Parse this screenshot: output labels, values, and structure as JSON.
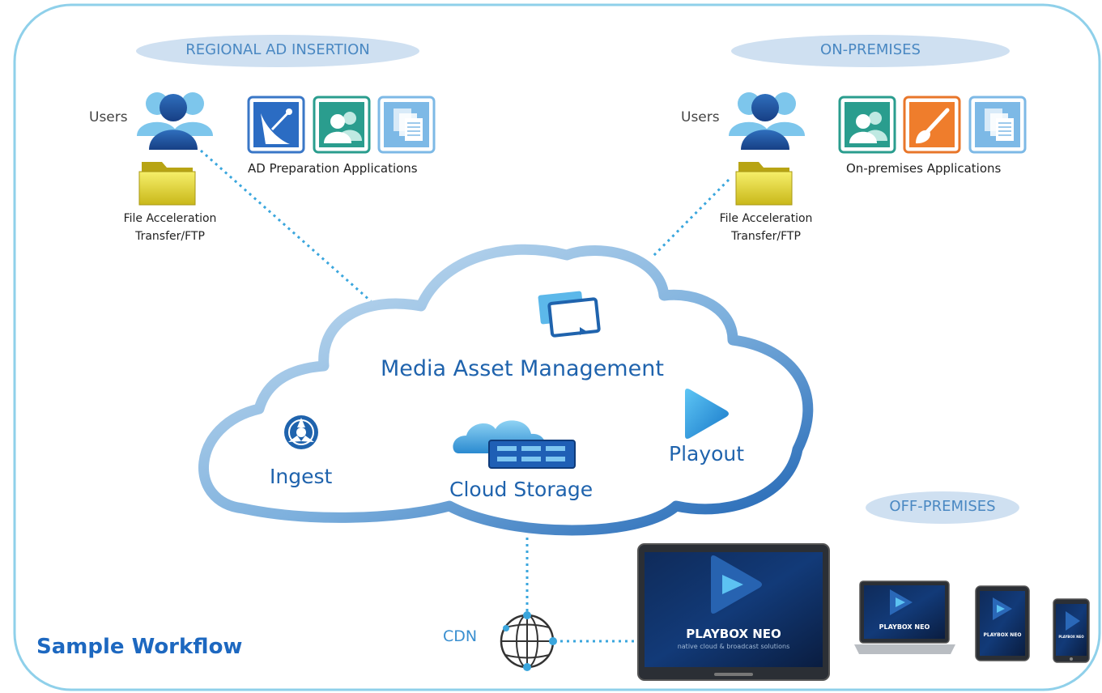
{
  "sections": {
    "regional": "REGIONAL AD INSERTION",
    "onprem": "ON-PREMISES",
    "offprem": "OFF-PREMISES"
  },
  "left": {
    "users": "Users",
    "apps": "AD Preparation Applications",
    "file1": "File Acceleration",
    "file2": "Transfer/FTP"
  },
  "right": {
    "users": "Users",
    "apps": "On-premises Applications",
    "file1": "File Acceleration",
    "file2": "Transfer/FTP"
  },
  "cloud": {
    "mam": "Media Asset Management",
    "ingest": "Ingest",
    "storage": "Cloud Storage",
    "playout": "Playout"
  },
  "cdn": "CDN",
  "brand": {
    "logo": "PLAYBOX NEO",
    "tagline": "native cloud & broadcast solutions"
  },
  "title": "Sample Workflow",
  "colors": {
    "accent": "#1d68c0",
    "pill": "#cfe0f1",
    "frame": "#8fd0ea",
    "dots": "#3aa6dd"
  }
}
